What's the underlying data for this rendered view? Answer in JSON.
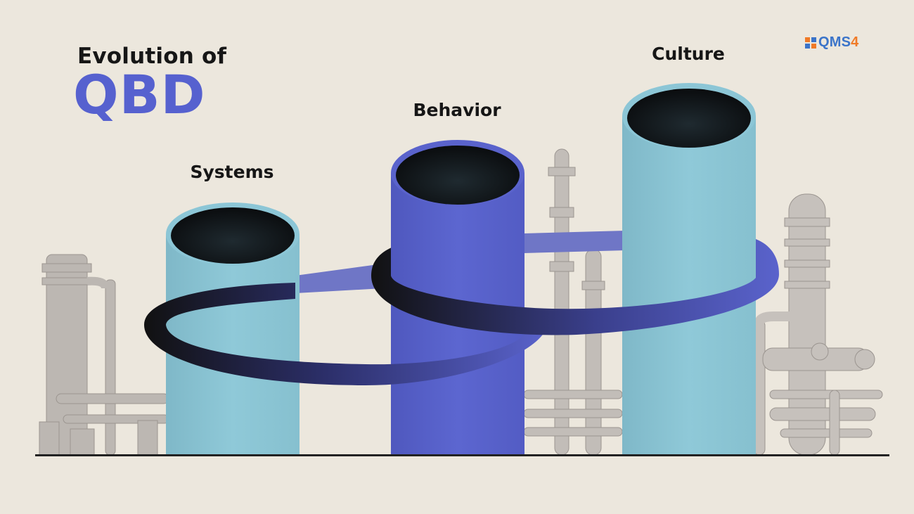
{
  "header": {
    "subtitle": "Evolution of",
    "title": "QBD"
  },
  "columns": [
    {
      "label": "Systems",
      "color": "#8cc6d6"
    },
    {
      "label": "Behavior",
      "color": "#5a63cc"
    },
    {
      "label": "Culture",
      "color": "#8cc6d6"
    }
  ],
  "logo": {
    "text_main": "QMS",
    "text_accent": "4",
    "colors": [
      "#f07a26",
      "#3b74c9",
      "#3b74c9",
      "#f07a26"
    ]
  },
  "colors": {
    "background": "#ece7dd",
    "title": "#5661cf",
    "ring": "#5a63cc",
    "ring_dark": "#151515",
    "pipes": "#bdb8b4",
    "ground": "#222222"
  }
}
